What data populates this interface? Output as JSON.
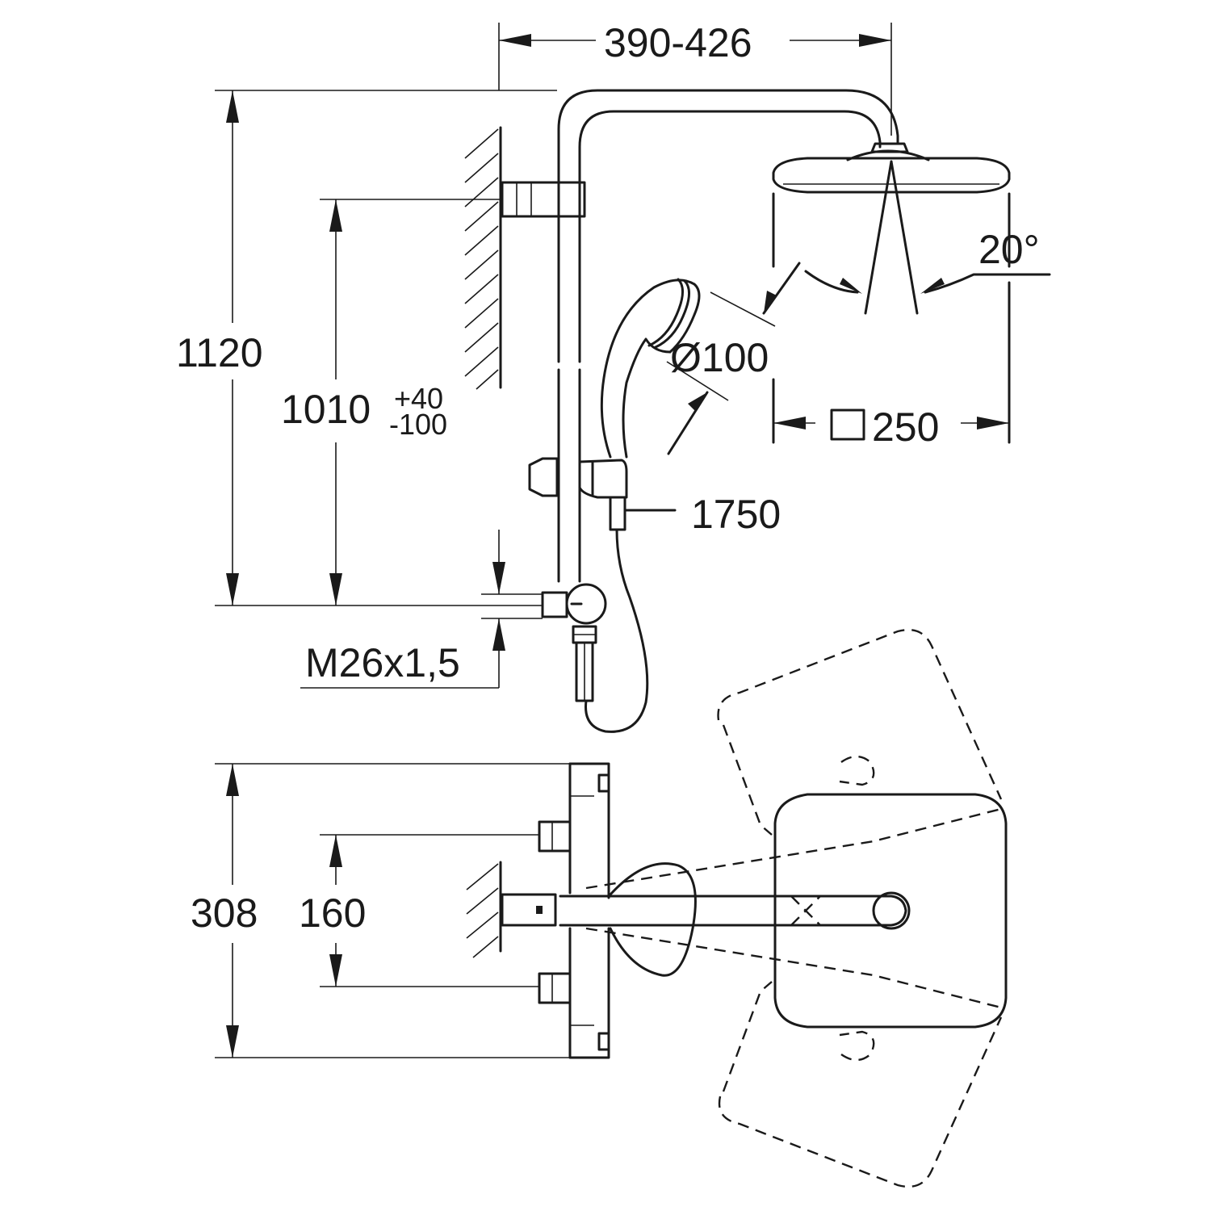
{
  "diagram": {
    "side_view": {
      "dim_top_width": "390-426",
      "dim_total_height": "1120",
      "dim_rail_height": "1010",
      "dim_rail_tol_plus": "+40",
      "dim_rail_tol_minus": "-100",
      "dim_connection": "M26x1,5",
      "dim_angle": "20°",
      "dim_handshower_diameter": "Ø100",
      "dim_head_size_symbol": "□",
      "dim_head_size": "250",
      "dim_hose_length": "1750"
    },
    "top_view": {
      "dim_depth": "308",
      "dim_inlet_spacing": "160"
    },
    "line_color": "#1a1a1a",
    "background_color": "#ffffff"
  }
}
